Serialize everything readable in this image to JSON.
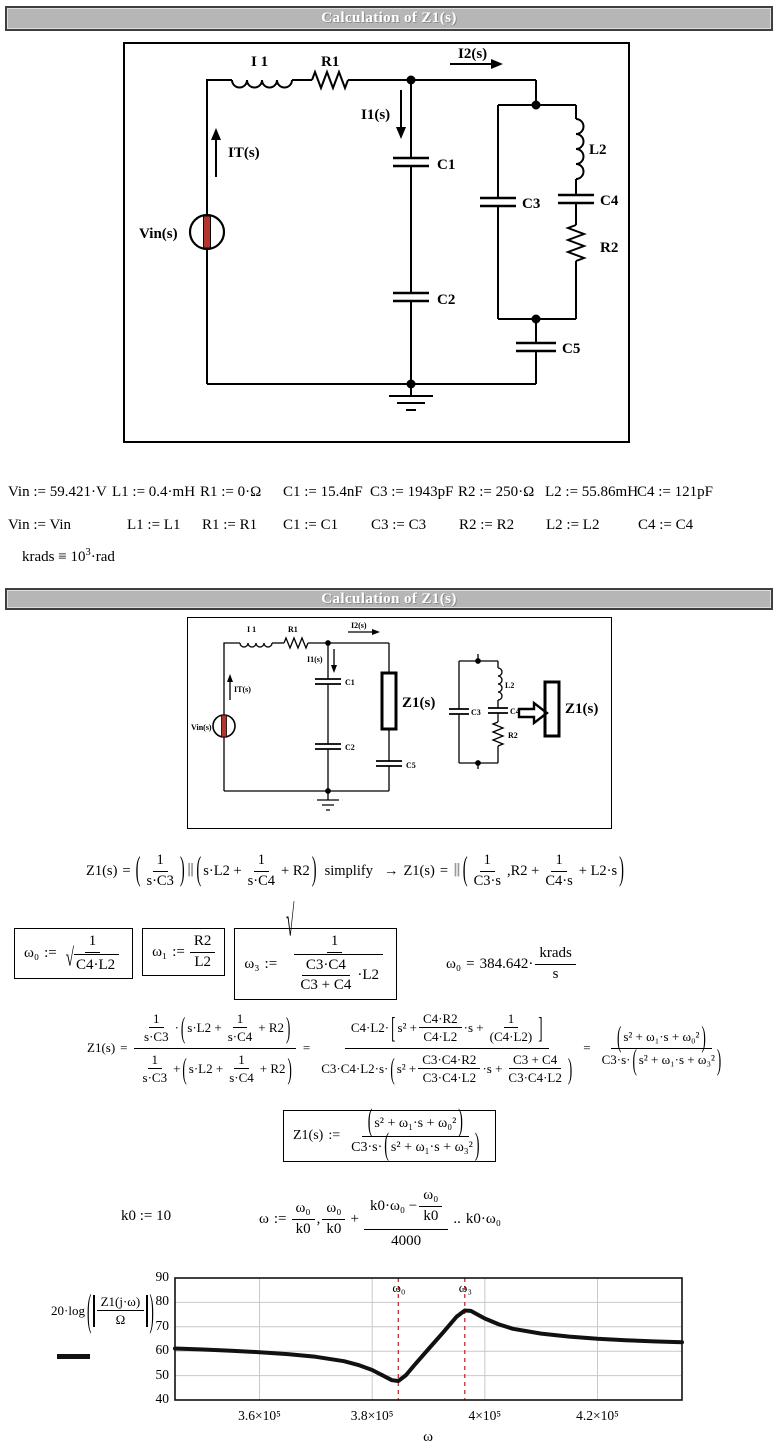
{
  "headers": {
    "title": "Calculation of Z1(s)",
    "bar_bg": "#b6b6b6",
    "bar_border": "#3f3f3f",
    "bar_text": "#ffffff"
  },
  "circuit": {
    "labels": {
      "vin": "Vin(s)",
      "it": "IT(s)",
      "l1": "I 1",
      "r1": "R1",
      "i2": "I2(s)",
      "i1": "I1(s)",
      "c1": "C1",
      "c2": "C2",
      "c3": "C3",
      "c4": "C4",
      "c5": "C5",
      "l2": "L2",
      "r2": "R2",
      "z1": "Z1(s)"
    },
    "source_bar_color": "#b5352c"
  },
  "definitions": {
    "row1": [
      "Vin := 59.421·V",
      "L1 := 0.4·mH",
      "R1 := 0·Ω",
      "C1 := 15.4nF",
      "C3 := 1943pF",
      "R2 := 250·Ω",
      "L2 := 55.86mH",
      "C4 := 121pF"
    ],
    "row2": [
      "Vin := Vin",
      "L1 := L1",
      "R1 := R1",
      "C1 := C1",
      "C3 := C3",
      "R2 := R2",
      "L2 := L2",
      "C4 := C4"
    ],
    "krads": {
      "pre": "krads ≡ 10",
      "exp": "3",
      "post": "·rad"
    }
  },
  "t": {
    "one": "1",
    "z1": "Z1(s)",
    "assign": ":=",
    "eq": "=",
    "lp": "(",
    "rp": ")",
    "lb": "[",
    "rb": "]",
    "parallel": "∥",
    "simplify": "simplify",
    "arrow": "→",
    "sC3": "s·C3",
    "sC4": "s·C4",
    "sL2p": "s·L2 +",
    "pR2": "+ R2",
    "C3s": "C3·s",
    "C4s": "C4·s",
    "commaR2": ",R2 +",
    "pL2s": "+ L2·s",
    "dot": "·",
    "plus": "+",
    "s2p": "s² +",
    "dsp": "·s +",
    "C4L2": "C4·L2",
    "C4L2d": "C4·L2·",
    "C4R2": "C4·R2",
    "pC4L2": "(C4·L2)",
    "C3C4L2sd": "C3·C4·L2·s·",
    "C3C4R2": "C3·C4·R2",
    "C3C4L2": "C3·C4·L2",
    "C3pC4": "C3 + C4",
    "quadw0": "s² + ω₁·s + ω₀²",
    "quadw3": "s² + ω₁·s + ω₃²",
    "C3sd": "C3·s·",
    "w0": "ω₀",
    "w1": "ω₁",
    "w3": "ω₃",
    "R2": "R2",
    "L2": "L2",
    "radical": "√",
    "C3C4": "C3·C4",
    "dL2": "·L2",
    "w0val": "384.642·",
    "krads": "krads",
    "s": "s",
    "k0def": "k0 := 10",
    "w": "ω",
    "k0": "k0",
    "comma": ",",
    "k0w0m": "k0·ω₀ −",
    "n4000": "4000",
    "dots": "..",
    "k0w0": "k0·ω₀",
    "ylab": "20·log",
    "Z1jw": "Z1(j·ω)",
    "Ohm": "Ω"
  },
  "chart_data": {
    "type": "line",
    "title": "",
    "xlabel": "ω",
    "ylabel": "20·log(|Z1(j·ω)/Ω|)",
    "xlim": [
      345000,
      435000
    ],
    "ylim": [
      40,
      90
    ],
    "yticks": [
      40,
      50,
      60,
      70,
      80,
      90
    ],
    "xticks": [
      {
        "value": 360000,
        "label": "3.6×10⁵"
      },
      {
        "value": 380000,
        "label": "3.8×10⁵"
      },
      {
        "value": 400000,
        "label": "4×10⁵"
      },
      {
        "value": 420000,
        "label": "4.2×10⁵"
      }
    ],
    "grid": true,
    "grid_color": "#c9c9c9",
    "legend_position": "left",
    "markers": [
      {
        "label": "ω₀",
        "x": 384642,
        "color": "#c03030"
      },
      {
        "label": "ω₃",
        "x": 396438,
        "color": "#c03030"
      }
    ],
    "series": [
      {
        "name": "20·log(|Z1(j·ω)/Ω|)",
        "color": "#111111",
        "width": 4,
        "x": [
          345000,
          350000,
          355000,
          360000,
          365000,
          370000,
          375000,
          377500,
          380000,
          382500,
          383500,
          384642,
          386000,
          387500,
          390000,
          392500,
          395000,
          396438,
          397500,
          400000,
          402500,
          405000,
          410000,
          415000,
          420000,
          425000,
          430000,
          435000
        ],
        "y": [
          61.1,
          60.7,
          60.2,
          59.6,
          58.8,
          57.7,
          55.9,
          54.4,
          52.3,
          49.3,
          48.1,
          47.8,
          50.2,
          54.3,
          60.9,
          67.4,
          74.2,
          76.7,
          76.5,
          73.4,
          71.0,
          69.2,
          67.2,
          66.0,
          65.1,
          64.5,
          64.0,
          63.7
        ]
      }
    ]
  }
}
